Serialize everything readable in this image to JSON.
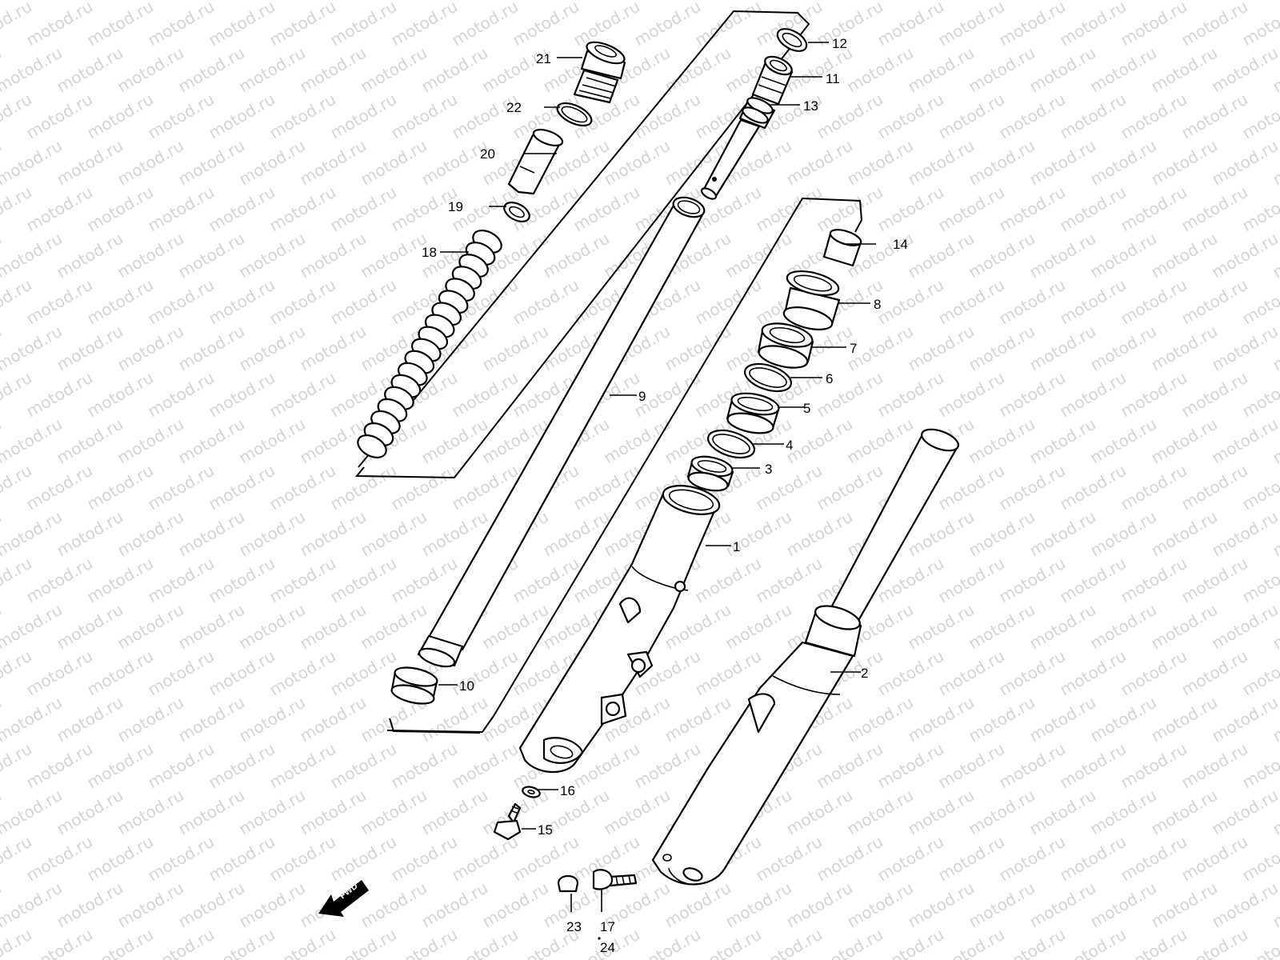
{
  "watermark": "motod.ru",
  "fwd_label": "FWD",
  "part_numbers": [
    "1",
    "2",
    "3",
    "4",
    "5",
    "6",
    "7",
    "8",
    "9",
    "10",
    "11",
    "12",
    "13",
    "14",
    "15",
    "16",
    "17",
    "18",
    "19",
    "20",
    "21",
    "22",
    "23",
    "24"
  ]
}
